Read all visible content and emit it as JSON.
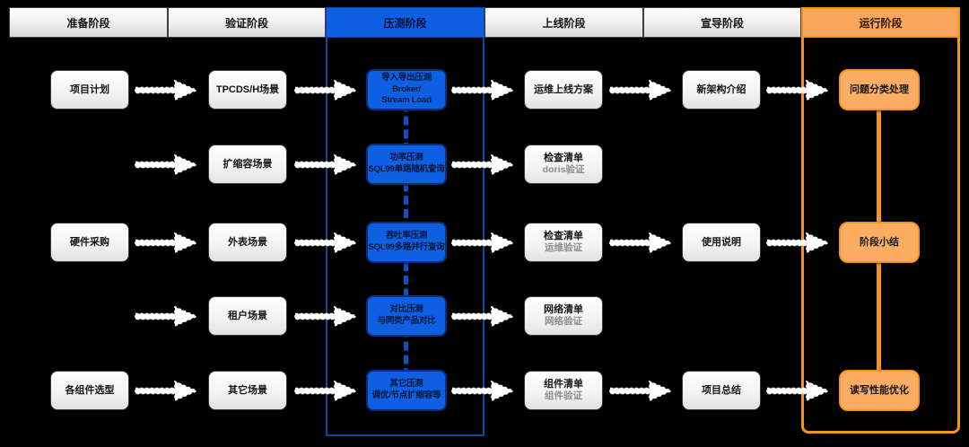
{
  "header": {
    "phases": [
      "准备阶段",
      "验证阶段",
      "压测阶段",
      "上线阶段",
      "宣导阶段",
      "运行阶段"
    ]
  },
  "columns": {
    "prepare": {
      "rows": {
        "r1": "项目计划",
        "r3": "硬件采购",
        "r5": "各组件选型"
      }
    },
    "verify": {
      "rows": [
        "TPCDS/H场景",
        "扩缩容场景",
        "外表场景",
        "租户场景",
        "其它场景"
      ]
    },
    "stress": {
      "rows": [
        [
          "导入导出压测",
          "Broker/",
          "Stream Load"
        ],
        [
          "功率压测",
          "SQL99单路随机查询"
        ],
        [
          "吞吐率压测",
          "SQL99多路并行查询"
        ],
        [
          "对比压测",
          "与同类产品对比"
        ],
        [
          "其它压测",
          "调优/节点扩缩容等"
        ]
      ]
    },
    "launch": {
      "rows": [
        [
          "运维上线方案"
        ],
        [
          "检查清单",
          "doris验证"
        ],
        [
          "检查清单",
          "运维验证"
        ],
        [
          "网络清单",
          "网络验证"
        ],
        [
          "组件清单",
          "组件验证"
        ]
      ]
    },
    "promote": {
      "rows": {
        "r1": "新架构介绍",
        "r3": "使用说明",
        "r5": "项目总结"
      }
    },
    "operate": {
      "rows": {
        "r1": "问题分类处理",
        "r3": "阶段小结",
        "r5": "读写性能优化"
      }
    }
  },
  "colors": {
    "background": "#000000",
    "stress_blue": "#0E5FE2",
    "stress_frame_blue": "#0D4A9E",
    "operate_orange_border": "#F7941E",
    "operate_orange_fill": "#FAAD63",
    "light_box_border": "#3a3a3a",
    "sub_text_gray": "#8c8c8c"
  }
}
